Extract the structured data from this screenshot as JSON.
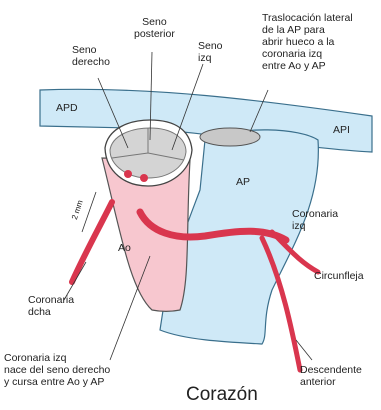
{
  "colors": {
    "vessel_blue": "#cfe9f7",
    "vessel_outline": "#3a6f8c",
    "aorta_pink": "#f7c7cf",
    "coronary_red": "#d9364e",
    "valve_gray": "#c8c8c8"
  },
  "labels": {
    "seno_posterior": "Seno\nposterior",
    "seno_derecho": "Seno\nderecho",
    "seno_izq": "Seno\nizq",
    "trasl_lateral": "Traslocación lateral\nde la AP para\nabrir hueco a la\ncoronaria izq\nentre Ao y AP",
    "apd": "APD",
    "api": "API",
    "ap": "AP",
    "ao": "Ao",
    "coronaria_izq": "Coronaria\nizq",
    "circunfleja": "Circunfleja",
    "coronaria_dcha": "Coronaria\ndcha",
    "coronaria_izq_origen": "Coronaria izq\nnace del seno derecho\ny cursa entre Ao y AP",
    "descendente_anterior": "Descendente\nanterior",
    "vertical_note": "2 mm",
    "title": "Corazón"
  }
}
